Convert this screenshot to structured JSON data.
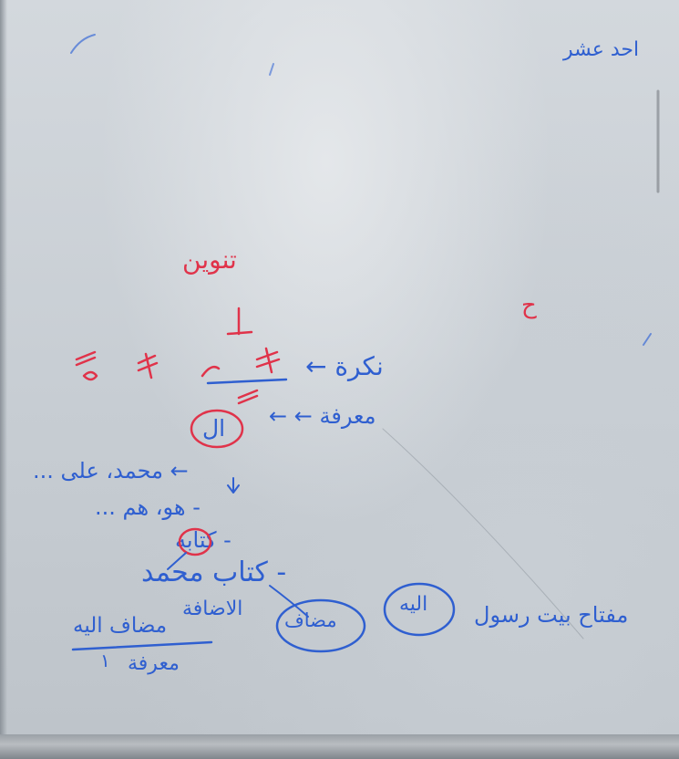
{
  "board": {
    "title": "احد عشر",
    "red_word": "تنوين",
    "red_letter": "ح",
    "nakira_line": "نكرة ←",
    "marifa_line": "معرفة ← ←",
    "al": "ال",
    "names_line": "← محمد، على ...",
    "pronouns_line": "- هو، هم ...",
    "kitabuhu": "- كتابه",
    "kitab_muhammad": "- كتاب محمد",
    "iddafa": "الاضافة",
    "mudaf_circle": "مضاف",
    "mudaf_ilayh": "مضاف اليه",
    "maarifa": "معرفة",
    "example": "مفتاح بيت رسول",
    "ilayh_circle": "اليه",
    "number_one": "١"
  }
}
